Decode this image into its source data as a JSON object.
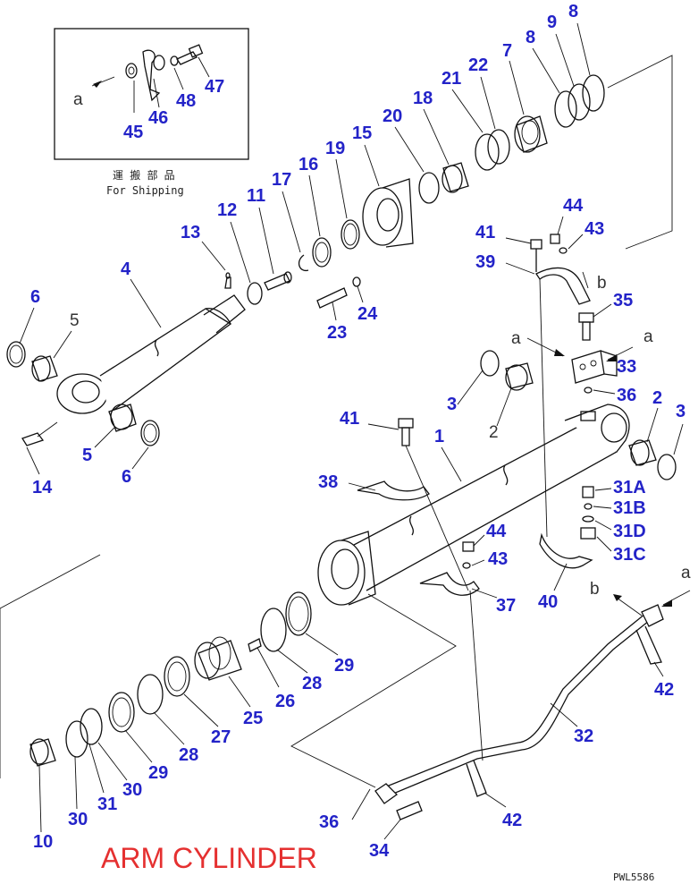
{
  "title": "ARM CYLINDER",
  "drawing_code": "PWL5586",
  "shipping_box": {
    "label_jp": "運 搬 部 品",
    "label_en": "For Shipping",
    "view_letter": "a"
  },
  "view_letters": {
    "a1": "a",
    "a2": "a",
    "a3": "a",
    "b1": "b",
    "b2": "b"
  },
  "callouts": {
    "c1": "1",
    "c2": "2",
    "c2b": "2",
    "c3": "3",
    "c3b": "3",
    "c4": "4",
    "c5": "5",
    "c5b": "5",
    "c6": "6",
    "c6b": "6",
    "c7": "7",
    "c8": "8",
    "c8b": "8",
    "c9": "9",
    "c10": "10",
    "c11": "11",
    "c12": "12",
    "c13": "13",
    "c14": "14",
    "c15": "15",
    "c16": "16",
    "c17": "17",
    "c18": "18",
    "c19": "19",
    "c20": "20",
    "c21": "21",
    "c22": "22",
    "c23": "23",
    "c24": "24",
    "c25": "25",
    "c26": "26",
    "c27": "27",
    "c28": "28",
    "c28b": "28",
    "c29": "29",
    "c29b": "29",
    "c30": "30",
    "c30b": "30",
    "c31": "31",
    "c31a": "31A",
    "c31b": "31B",
    "c31c": "31C",
    "c31d": "31D",
    "c32": "32",
    "c33": "33",
    "c34": "34",
    "c35": "35",
    "c36": "36",
    "c36b": "36",
    "c37": "37",
    "c38": "38",
    "c39": "39",
    "c40": "40",
    "c41": "41",
    "c41b": "41",
    "c42": "42",
    "c42b": "42",
    "c43": "43",
    "c43b": "43",
    "c44": "44",
    "c44b": "44",
    "c45": "45",
    "c46": "46",
    "c47": "47",
    "c48": "48"
  }
}
